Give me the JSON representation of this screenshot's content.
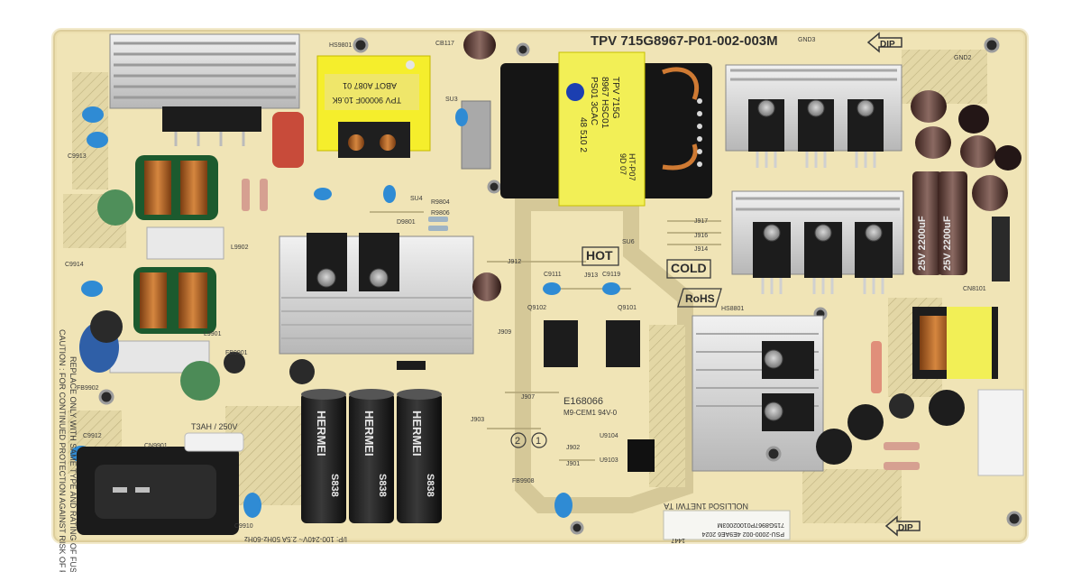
{
  "board": {
    "part_number": "TPV 715G8967-P01-002-003M",
    "hot_label": "HOT",
    "cold_label": "COLD",
    "rohs_label": "RoHS",
    "cert_code": "E168066",
    "cert_sub": "M9-CEM1 94V-0",
    "dip_top": "DIP",
    "dip_bottom": "DIP",
    "fuse_rating": "T3AH / 250V",
    "caution_line1": "CAUTION : FOR CONTINUED PROTECTION AGAINST RISK OF FIRE,",
    "caution_line2": "REPLACE ONLY WITH SAME TYPE AND RATING OF FUSE.",
    "input_rating": "I/P: 100-240V~ 2.5A 50Hz-60Hz",
    "sticker_line1": "715G8967P01002003M",
    "sticker_line2": "PSU-2000-002  4E9AE6  2024",
    "sticker_line3": "1447",
    "orientation_text": "NOLLISOd 1NETWI TA",
    "circle_labels": [
      "2",
      "1"
    ],
    "transformer_main": {
      "line1": "TPV 715G",
      "line2": "8967 HSC01",
      "line3": "PS01 3CAC",
      "line4": "48 510 2"
    },
    "transformer_top": {
      "line1": "ABOT A087 01",
      "line2": "TPV 90000F 10.6K"
    },
    "transformer_right": {
      "line1": "HT-P07",
      "line2": "9D 07"
    },
    "filter_caps": [
      {
        "brand": "HERMEI",
        "code": "S838"
      },
      {
        "brand": "HERMEI",
        "code": "S838"
      },
      {
        "brand": "HERMEI",
        "code": "S838"
      }
    ],
    "output_caps": [
      {
        "rating": "25V 2200uF"
      },
      {
        "rating": "25V 2200uF"
      }
    ],
    "designators": [
      "HS9801",
      "CB117",
      "GND2",
      "J917",
      "J916",
      "J914",
      "J912",
      "J913",
      "J909",
      "J907",
      "J903",
      "J902",
      "J901",
      "U9104",
      "U9103",
      "FB9908",
      "CN9901",
      "FB9901",
      "L9901",
      "L9902",
      "Q9101",
      "Q9102",
      "SU4",
      "SU6",
      "C9913",
      "C9914",
      "C9912",
      "HS8801",
      "CN8101",
      "SU3",
      "GND3",
      "FB9902",
      "C9910",
      "R9804",
      "R9806",
      "D9801",
      "C9111",
      "C9119"
    ]
  }
}
